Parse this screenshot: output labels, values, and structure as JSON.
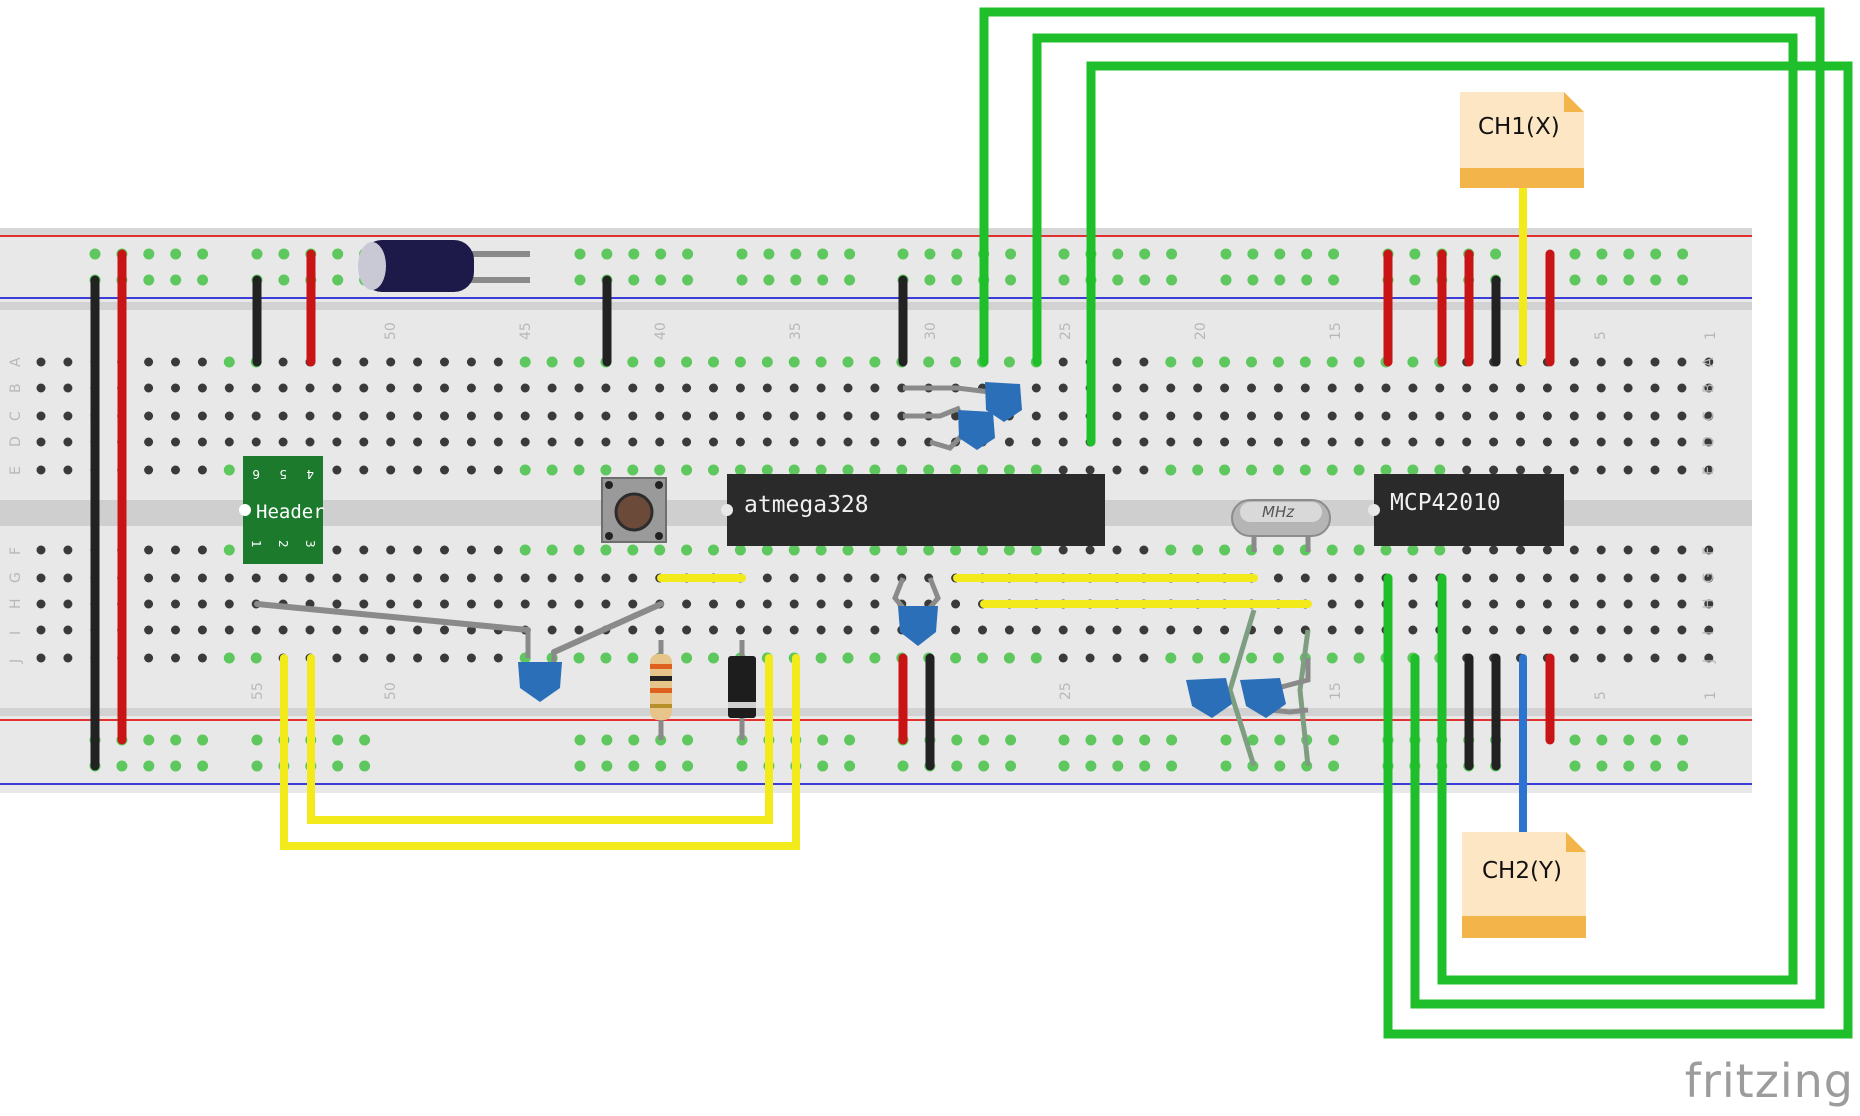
{
  "chips": {
    "mcu": "atmega328",
    "dac": "MCP42010"
  },
  "crystal_label": "MHz",
  "header": {
    "label": "Header",
    "pins_top": [
      "6",
      "5",
      "4"
    ],
    "pins_bottom": [
      "1",
      "2",
      "3"
    ]
  },
  "notes": {
    "ch1": "CH1(X)",
    "ch2": "CH2(Y)"
  },
  "breadboard": {
    "row_letters_top": [
      "A",
      "B",
      "C",
      "D",
      "E"
    ],
    "row_letters_bottom": [
      "F",
      "G",
      "H",
      "I",
      "J"
    ],
    "col_labels_top": [
      "50",
      "45",
      "40",
      "35",
      "30",
      "25",
      "20",
      "15",
      "5",
      "1"
    ],
    "col_labels_bottom": [
      "55",
      "50",
      "25",
      "15",
      "5",
      "1"
    ]
  },
  "watermark": "fritzing",
  "colors": {
    "breadboard": "#e6e6e6",
    "rail_red": "#e03030",
    "rail_blue": "#3b3bd8",
    "hole": "#3a3a3a",
    "hole_active": "#5ec85e",
    "wire_green": "#1fbf2b",
    "wire_yellow": "#f2ea1a",
    "wire_red": "#c81414",
    "wire_black": "#222222",
    "wire_blue": "#2c74d0",
    "wire_gray": "#8a8a8a",
    "chip": "#2a2a2a",
    "capacitor": "#2a6fb8",
    "note_bg": "#fde6c3",
    "note_band": "#f3b54a"
  }
}
